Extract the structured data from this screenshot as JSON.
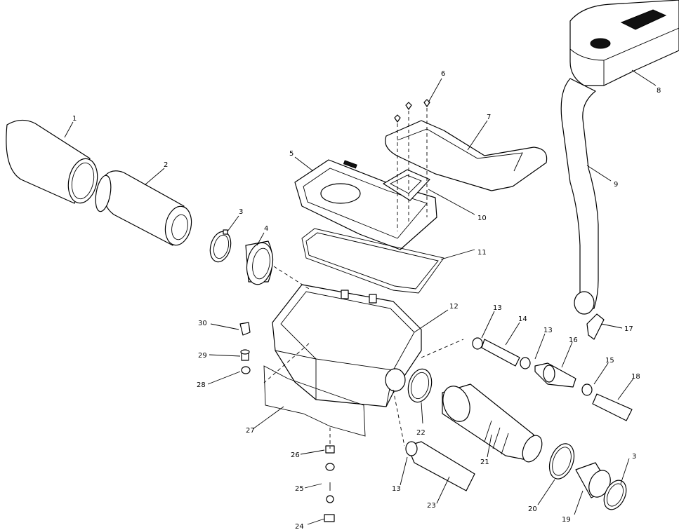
{
  "diagram": {
    "callouts": [
      "1",
      "2",
      "3",
      "4",
      "5",
      "6",
      "7",
      "8",
      "9",
      "10",
      "11",
      "12",
      "13",
      "14",
      "13",
      "16",
      "15",
      "17",
      "18",
      "19",
      "20",
      "21",
      "22",
      "23",
      "13",
      "24",
      "25",
      "26",
      "27",
      "28",
      "29",
      "30",
      "3"
    ]
  }
}
